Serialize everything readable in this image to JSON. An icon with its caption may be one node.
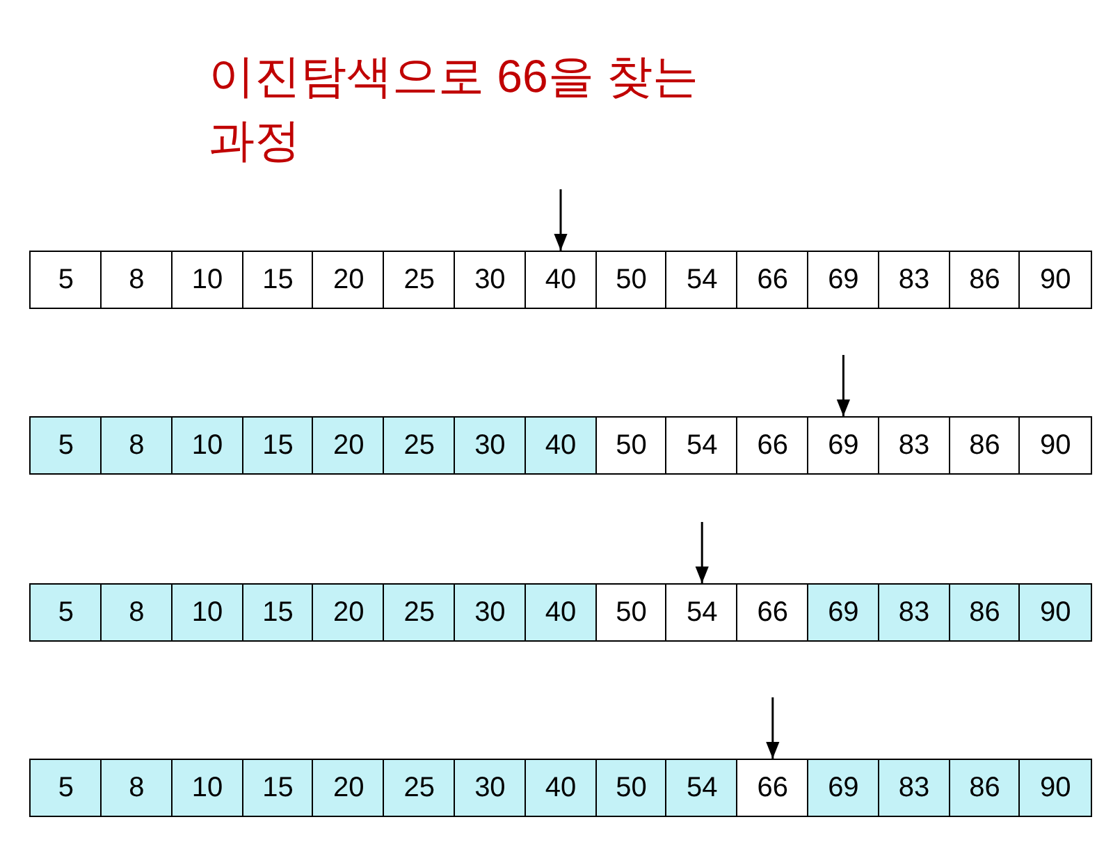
{
  "diagram": {
    "title": "이진탐색으로 66을 찾는 과정",
    "nodes": [
      {
        "text": [
          "5"
        ]
      },
      {
        "text": [
          "8"
        ]
      },
      {
        "text": [
          "10"
        ]
      },
      {
        "text": [
          "15"
        ]
      },
      {
        "text": [
          "20"
        ]
      },
      {
        "text": [
          "25"
        ]
      },
      {
        "text": [
          "30"
        ]
      },
      {
        "text": [
          "40"
        ]
      },
      {
        "text": [
          "50"
        ]
      },
      {
        "text": [
          "54"
        ]
      },
      {
        "text": [
          "66"
        ]
      },
      {
        "text": [
          "69"
        ]
      },
      {
        "text": [
          "83"
        ]
      },
      {
        "text": [
          "86"
        ]
      },
      {
        "text": [
          "90"
        ]
      },
      {
        "text": [
          "5"
        ]
      },
      {
        "text": [
          "8"
        ]
      },
      {
        "text": [
          "10"
        ]
      },
      {
        "text": [
          "15"
        ]
      },
      {
        "text": [
          "20"
        ]
      },
      {
        "text": [
          "25"
        ]
      },
      {
        "text": [
          "30"
        ]
      },
      {
        "text": [
          "40"
        ]
      },
      {
        "text": [
          "50"
        ]
      },
      {
        "text": [
          "54"
        ]
      },
      {
        "text": [
          "66"
        ]
      },
      {
        "text": [
          "69"
        ]
      },
      {
        "text": [
          "83"
        ]
      },
      {
        "text": [
          "86"
        ]
      },
      {
        "text": [
          "90"
        ]
      },
      {
        "text": [
          "5"
        ]
      },
      {
        "text": [
          "8"
        ]
      },
      {
        "text": [
          "10"
        ]
      },
      {
        "text": [
          "15"
        ]
      },
      {
        "text": [
          "20"
        ]
      },
      {
        "text": [
          "25"
        ]
      },
      {
        "text": [
          "30"
        ]
      },
      {
        "text": [
          "40"
        ]
      },
      {
        "text": [
          "50"
        ]
      },
      {
        "text": [
          "54"
        ]
      },
      {
        "text": [
          "66"
        ]
      },
      {
        "text": [
          "69"
        ]
      },
      {
        "text": [
          "83"
        ]
      },
      {
        "text": [
          "86"
        ]
      },
      {
        "text": [
          "90"
        ]
      },
      {
        "text": [
          "5"
        ]
      },
      {
        "text": [
          "8"
        ]
      },
      {
        "text": [
          "10"
        ]
      },
      {
        "text": [
          "15"
        ]
      },
      {
        "text": [
          "20"
        ]
      },
      {
        "text": [
          "25"
        ]
      },
      {
        "text": [
          "30"
        ]
      },
      {
        "text": [
          "40"
        ]
      },
      {
        "text": [
          "50"
        ]
      },
      {
        "text": [
          "54"
        ]
      },
      {
        "text": [
          "66"
        ]
      },
      {
        "text": [
          "69"
        ]
      },
      {
        "text": [
          "83"
        ]
      },
      {
        "text": [
          "86"
        ]
      },
      {
        "text": [
          "90"
        ]
      }
    ],
    "edges": [
      {
        "from": null,
        "to": 7,
        "arrow": "to"
      },
      {
        "from": null,
        "to": 26,
        "arrow": "to"
      },
      {
        "from": null,
        "to": 39,
        "arrow": "to"
      },
      {
        "from": null,
        "to": 55,
        "arrow": "to"
      }
    ]
  }
}
